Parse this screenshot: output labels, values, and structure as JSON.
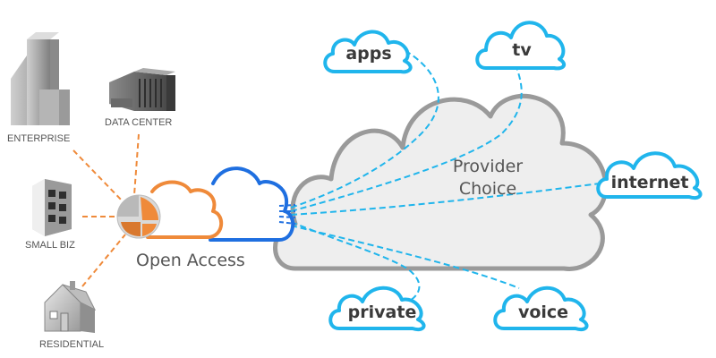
{
  "diagram": {
    "colors": {
      "orange": "#ef8a3a",
      "blue": "#1f6fe0",
      "cyan": "#20b5ec",
      "gray_cloud_stroke": "#9a9a9a",
      "gray_cloud_fill": "#eeeeee",
      "dark_text": "#3a3a3a",
      "label_text": "#555555"
    },
    "devices": [
      {
        "id": "enterprise",
        "label": "ENTERPRISE",
        "icon": "office-building-icon"
      },
      {
        "id": "datacenter",
        "label": "DATA CENTER",
        "icon": "data-center-icon"
      },
      {
        "id": "smallbiz",
        "label": "SMALL BIZ",
        "icon": "small-business-icon"
      },
      {
        "id": "residential",
        "label": "RESIDENTIAL",
        "icon": "house-icon"
      }
    ],
    "hub": {
      "label": "Open Access",
      "icon": "globe-icon"
    },
    "provider": {
      "label_line1": "Provider",
      "label_line2": "Choice"
    },
    "services": [
      {
        "id": "apps",
        "label": "apps"
      },
      {
        "id": "tv",
        "label": "tv"
      },
      {
        "id": "internet",
        "label": "internet"
      },
      {
        "id": "private",
        "label": "private"
      },
      {
        "id": "voice",
        "label": "voice"
      }
    ]
  }
}
